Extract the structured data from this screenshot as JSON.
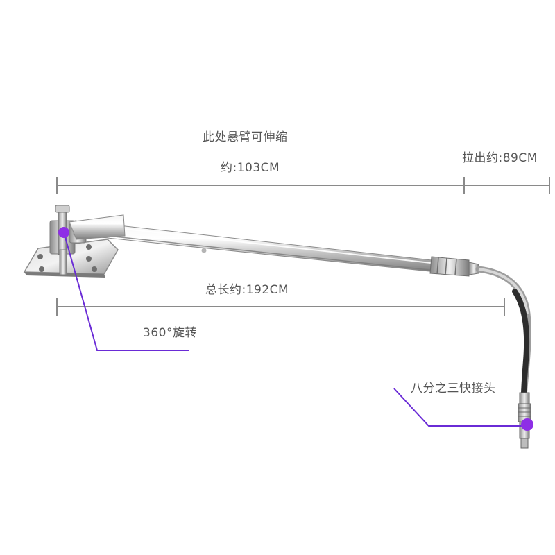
{
  "labels": {
    "telescopic_note": "此处悬臂可伸缩",
    "telescopic_length": "约:103CM",
    "pull_out_length": "拉出约:89CM",
    "total_length": "总长约:192CM",
    "rotation": "360°旋转",
    "quick_connector": "八分之三快接头"
  },
  "colors": {
    "dimension_line": "#8a8a8a",
    "callout_line": "#6a2bd6",
    "callout_dot": "#8e2ee6",
    "label_text": "#555555",
    "metal_light": "#e9e9e9",
    "metal_dark": "#8f8f8f",
    "hose": "#2d2d2d"
  }
}
